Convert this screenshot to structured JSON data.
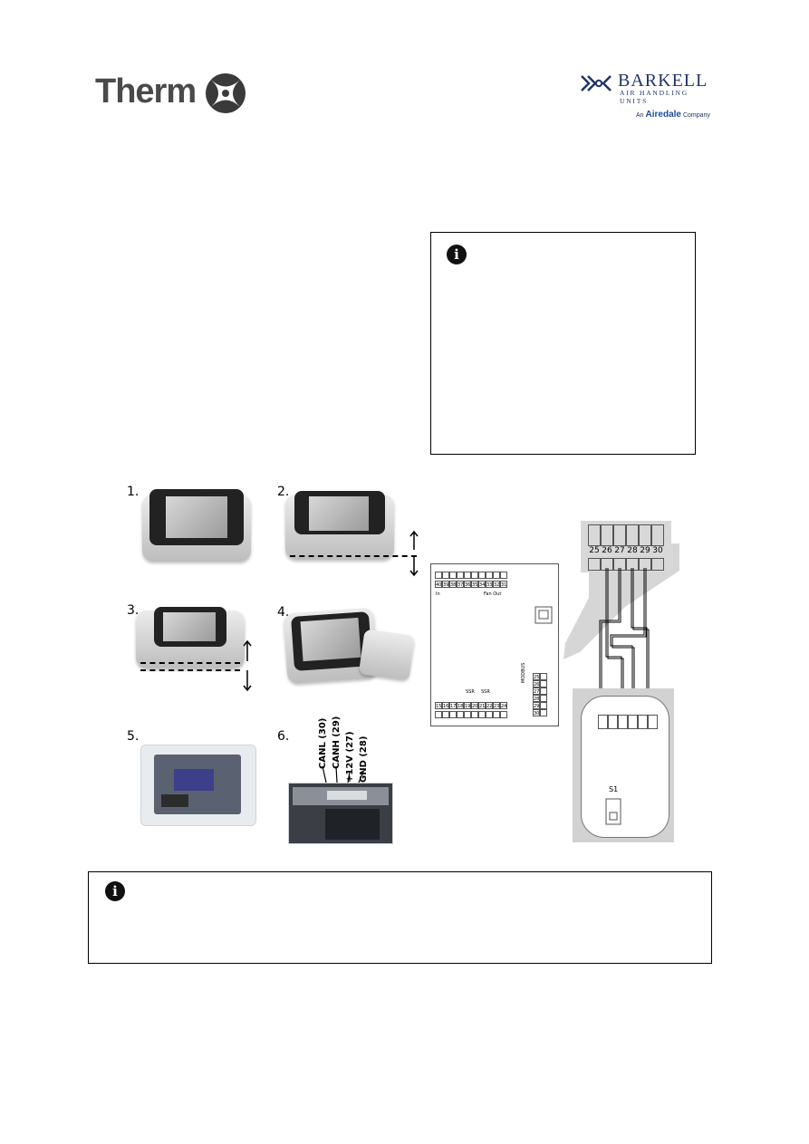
{
  "header": {
    "left_logo_text": "Therm",
    "right_logo": {
      "name": "BARKELL",
      "subtitle": "AIR HANDLING UNITS",
      "tag_prefix": "An",
      "tag_brand": "Airedale",
      "tag_suffix": "Company"
    }
  },
  "info_icon_glyph": "i",
  "steps": [
    "1.",
    "2.",
    "3.",
    "4.",
    "5.",
    "6."
  ],
  "connector_labels": [
    "CANL (30)",
    "CANH (29)",
    "+12V (27)",
    "GND (28)"
  ],
  "board": {
    "top_numbers": [
      "40",
      "39",
      "38",
      "37",
      "36",
      "35",
      "34",
      "33",
      "32",
      "31"
    ],
    "top_sub": [
      "In",
      "Fan Out"
    ],
    "bottom_numbers": [
      "15",
      "16",
      "17",
      "18",
      "19",
      "20",
      "21",
      "22",
      "23",
      "24"
    ],
    "bottom_heads": [
      "SSR",
      "SSR"
    ],
    "side_label": "MODBUS",
    "side_numbers": [
      "25",
      "26",
      "27",
      "28",
      "29",
      "30"
    ]
  },
  "terminal_zoom": {
    "numbers": [
      "25",
      "26",
      "27",
      "28",
      "29",
      "30"
    ]
  },
  "remote": {
    "switch_label": "S1"
  }
}
